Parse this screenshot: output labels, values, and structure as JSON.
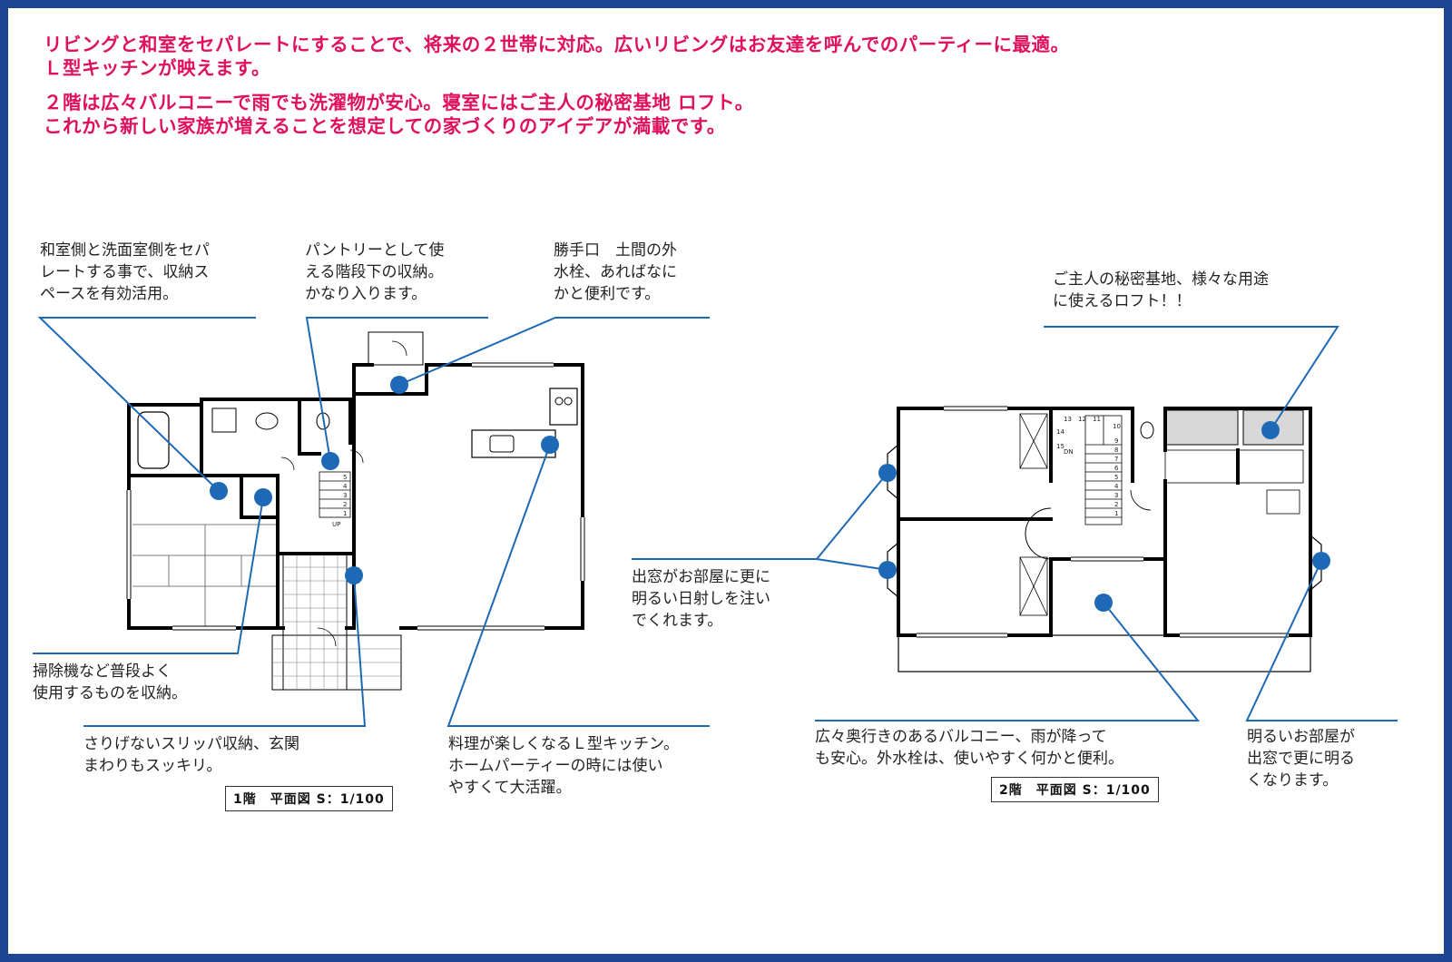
{
  "intro": {
    "lines": [
      "リビングと和室をセパレートにすることで、将来の２世帯に対応。広いリビングはお友達を呼んでのパーティーに最適。",
      "Ｌ型キッチンが映えます。",
      "２階は広々バルコニーで雨でも洗濯物が安心。寝室にはご主人の秘密基地 ロフト。",
      "これから新しい家族が増えることを想定しての家づくりのアイデアが満載です。"
    ]
  },
  "colors": {
    "frame": "#1e4494",
    "headline": "#e0105e",
    "leader": "#1d69b5",
    "marker": "#1d69b5",
    "wall": "#000000"
  },
  "floor1": {
    "scale_label": "1階　平面図  S：1/100",
    "stairs_label": "UP",
    "stair_steps": [
      "5",
      "4",
      "3",
      "2",
      "1"
    ],
    "notes": {
      "storage_separate": [
        "和室側と洗面室側をセパ",
        "レートする事で、収納ス",
        "ペースを有効活用。"
      ],
      "pantry": [
        "パントリーとして使",
        "える階段下の収納。",
        "かなり入ります。"
      ],
      "service_door": [
        "勝手口　土間の外",
        "水栓、あればなに",
        "かと便利です。"
      ],
      "cleaner_storage": [
        "掃除機など普段よく",
        "使用するものを収納。"
      ],
      "slipper_storage": [
        "さりげないスリッパ収納、玄関",
        "まわりもスッキリ。"
      ],
      "kitchen": [
        "料理が楽しくなるＬ型キッチン。",
        "ホームパーティーの時には使い",
        "やすくて大活躍。"
      ]
    }
  },
  "floor2": {
    "scale_label": "2階　平面図  S：1/100",
    "stairs_label": "DN",
    "stair_steps": [
      "13",
      "12",
      "11",
      "10",
      "14",
      "15",
      "9",
      "8",
      "7",
      "6",
      "5",
      "4",
      "3",
      "2",
      "1"
    ],
    "notes": {
      "loft": [
        "ご主人の秘密基地、様々な用途",
        "に使えるロフト！！"
      ],
      "bay_window": [
        "出窓がお部屋に更に",
        "明るい日射しを注い",
        "でくれます。"
      ],
      "balcony": [
        "広々奥行きのあるバルコニー、雨が降って",
        "も安心。外水栓は、使いやすく何かと便利。"
      ],
      "bright_room": [
        "明るいお部屋が",
        "出窓で更に明る",
        "くなります。"
      ]
    }
  }
}
